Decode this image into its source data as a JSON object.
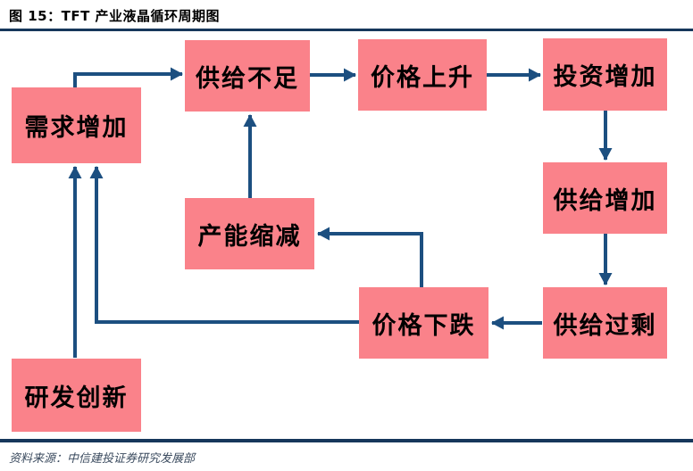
{
  "figure": {
    "title": "图 15：TFT 产业液晶循环周期图",
    "source": "资料来源：中信建投证券研究发展部"
  },
  "colors": {
    "box_fill": "#FA828A",
    "arrow": "#1C4F80",
    "rule": "#16375B",
    "title_text": "#000000",
    "source_text": "#3A4A5E"
  },
  "diagram": {
    "nodes": [
      {
        "id": "demand-increase",
        "label": "需求增加"
      },
      {
        "id": "supply-shortage",
        "label": "供给不足"
      },
      {
        "id": "price-rise",
        "label": "价格上升"
      },
      {
        "id": "investment-increase",
        "label": "投资增加"
      },
      {
        "id": "supply-increase",
        "label": "供给增加"
      },
      {
        "id": "supply-surplus",
        "label": "供给过剩"
      },
      {
        "id": "price-fall",
        "label": "价格下跌"
      },
      {
        "id": "capacity-reduction",
        "label": "产能缩减"
      },
      {
        "id": "rd-innovation",
        "label": "研发创新"
      }
    ],
    "edges": [
      {
        "from": "demand-increase",
        "to": "supply-shortage"
      },
      {
        "from": "supply-shortage",
        "to": "price-rise"
      },
      {
        "from": "price-rise",
        "to": "investment-increase"
      },
      {
        "from": "investment-increase",
        "to": "supply-increase"
      },
      {
        "from": "supply-increase",
        "to": "supply-surplus"
      },
      {
        "from": "supply-surplus",
        "to": "price-fall"
      },
      {
        "from": "price-fall",
        "to": "capacity-reduction"
      },
      {
        "from": "capacity-reduction",
        "to": "supply-shortage"
      },
      {
        "from": "price-fall",
        "to": "demand-increase"
      },
      {
        "from": "rd-innovation",
        "to": "demand-increase"
      }
    ]
  }
}
